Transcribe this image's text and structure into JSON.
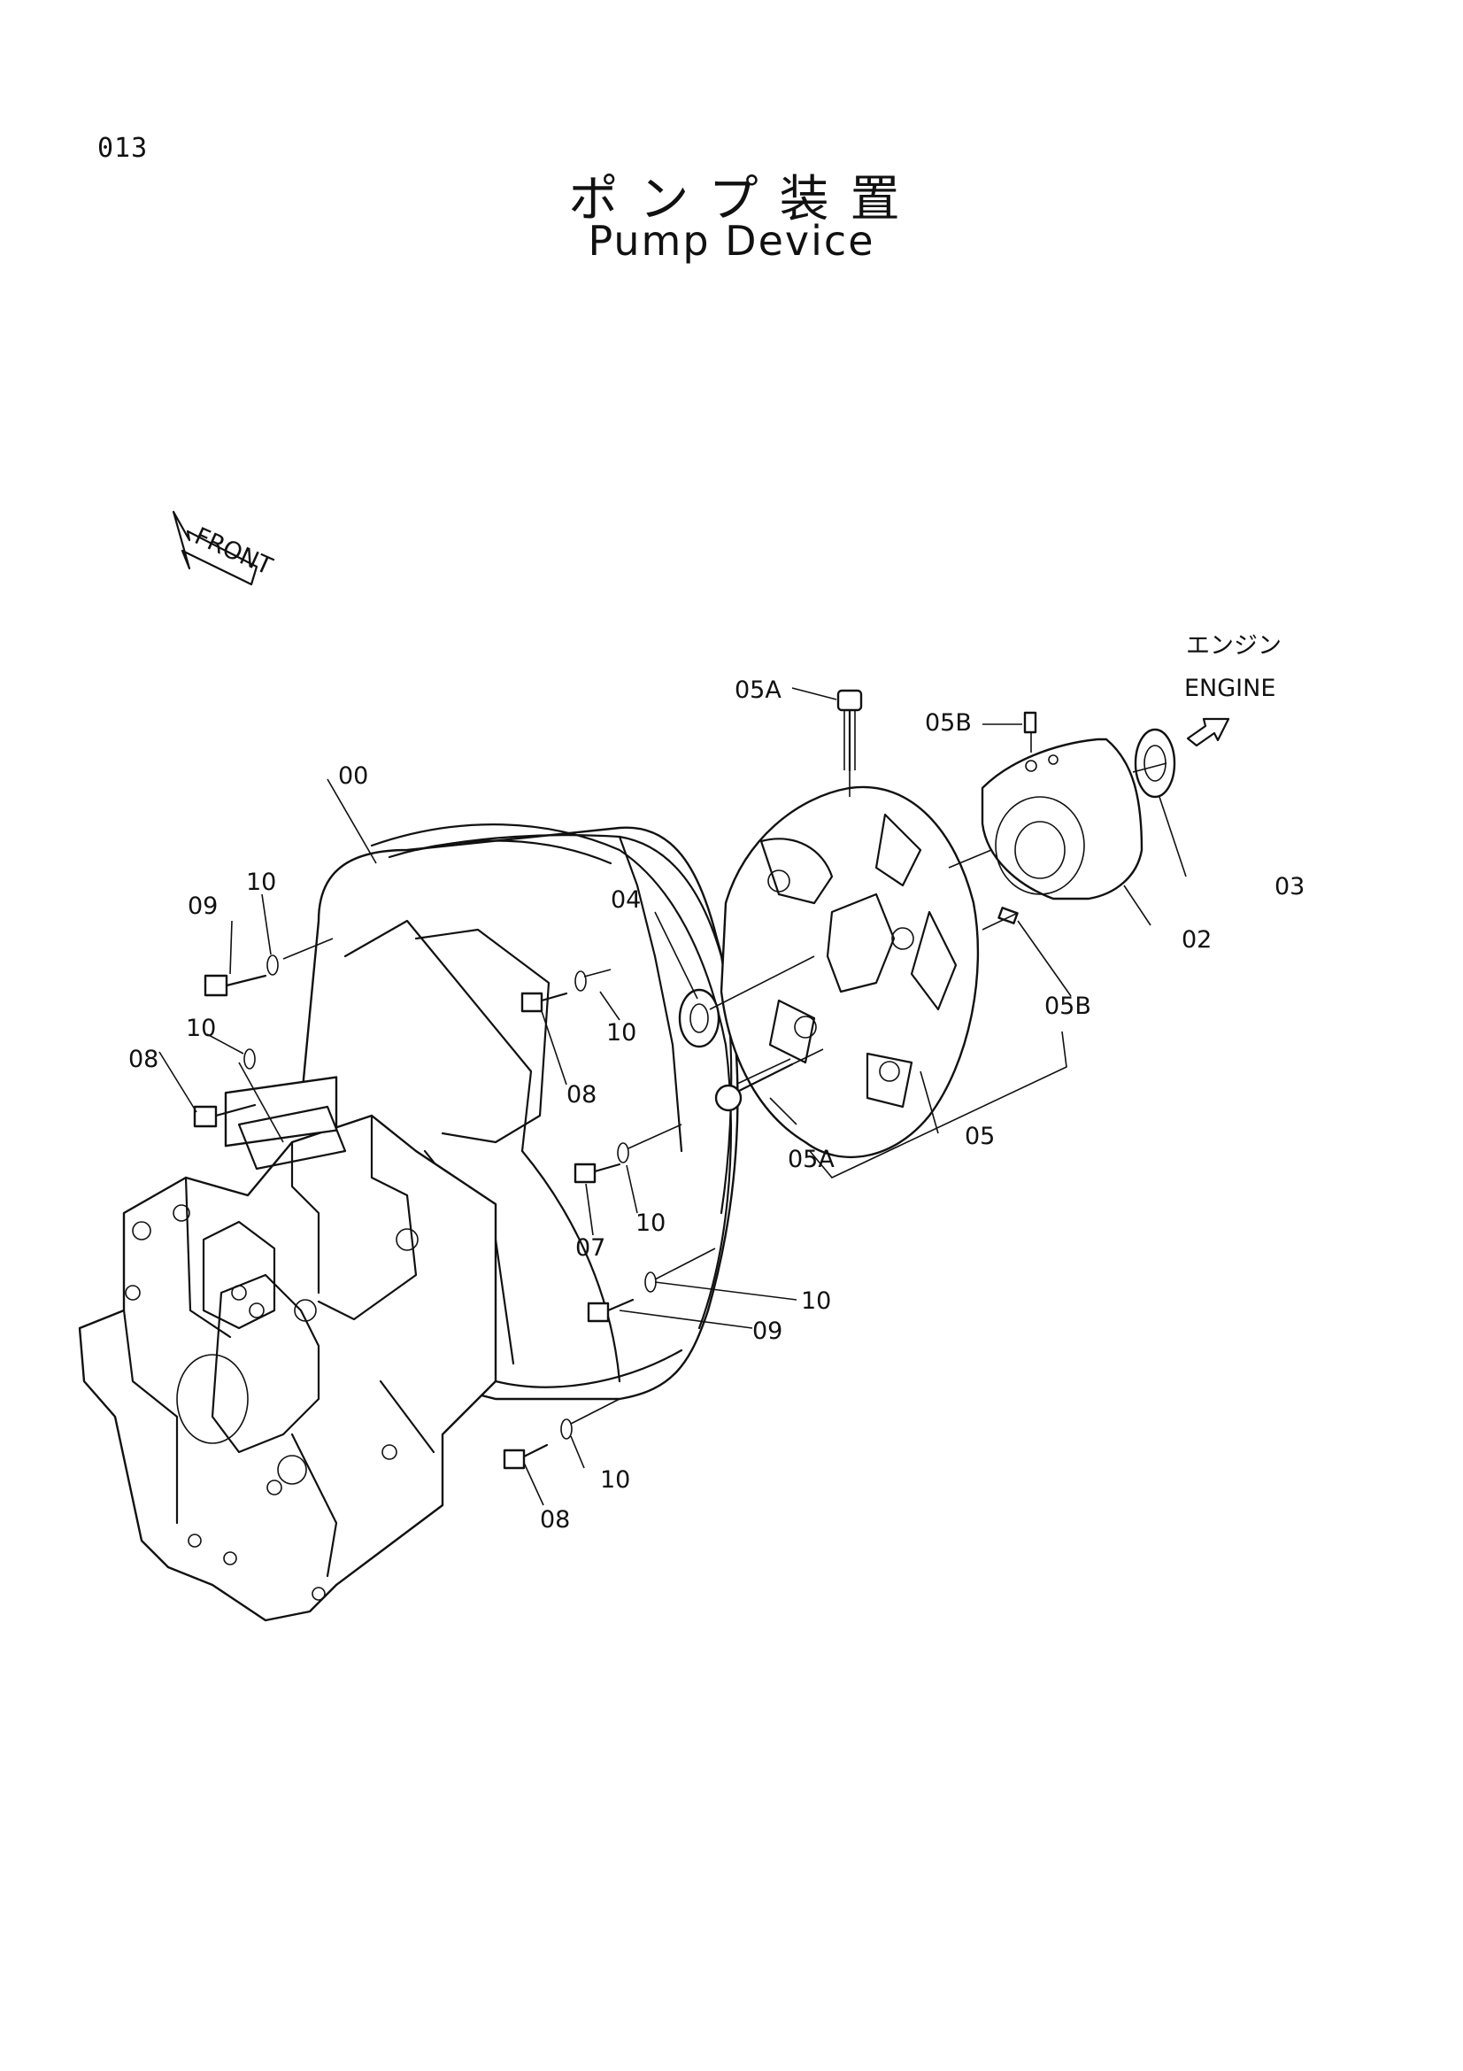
{
  "page_number": "013",
  "title_jp": "ポンプ装置",
  "title_en": "Pump Device",
  "front_label": "FRONT",
  "engine_label_jp": "エンジン",
  "engine_label_en": "ENGINE",
  "callouts": {
    "c00": "00",
    "c02": "02",
    "c03": "03",
    "c04": "04",
    "c05": "05",
    "c05a_top": "05A",
    "c05a_bottom": "05A",
    "c05b_top": "05B",
    "c05b_right": "05B",
    "c07": "07",
    "c08_left": "08",
    "c08_mid": "08",
    "c08_bottom": "08",
    "c09_left": "09",
    "c09_bottom": "09",
    "c10_a": "10",
    "c10_b": "10",
    "c10_c": "10",
    "c10_d": "10",
    "c10_e": "10",
    "c10_f": "10"
  }
}
